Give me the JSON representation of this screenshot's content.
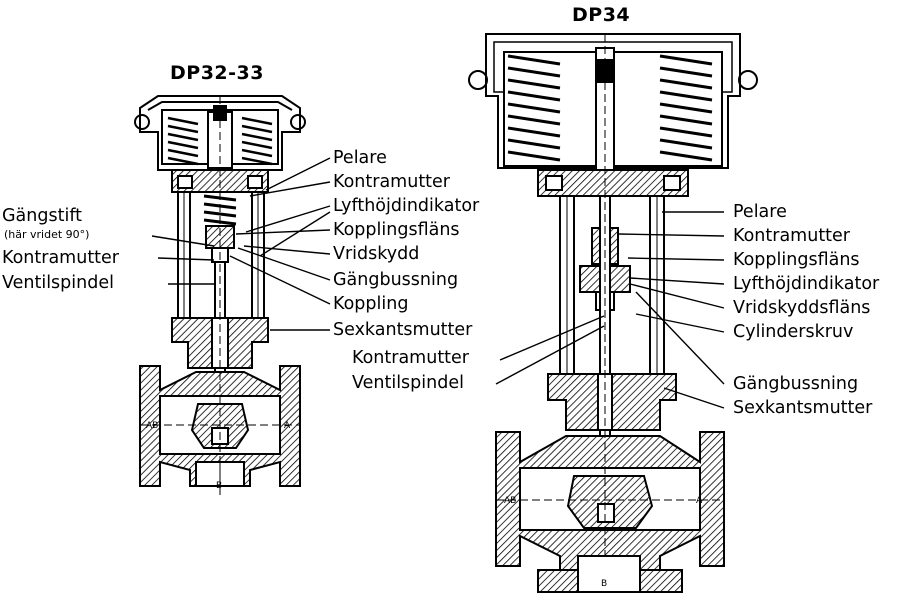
{
  "left": {
    "title": "DP32-33",
    "labels_right": [
      "Pelare",
      "Kontramutter",
      "Lyfthöjdindikator",
      "Kopplingsfläns",
      "Vridskydd",
      "Gängbussning",
      "Koppling",
      "Sexkantsmutter"
    ],
    "labels_left": [
      "Gängstift",
      "(här vridet 90°)",
      "Kontramutter",
      "Ventilspindel"
    ],
    "ports": [
      "AB",
      "A",
      "B"
    ]
  },
  "right": {
    "title": "DP34",
    "labels_right": [
      "Pelare",
      "Kontramutter",
      "Kopplingsfläns",
      "Lyfthöjdindikator",
      "Vridskyddsfläns",
      "Cylinderskruv",
      "Gängbussning",
      "Sexkantsmutter"
    ],
    "labels_left": [
      "Kontramutter",
      "Ventilspindel"
    ],
    "ports": [
      "AB",
      "A",
      "B"
    ]
  }
}
